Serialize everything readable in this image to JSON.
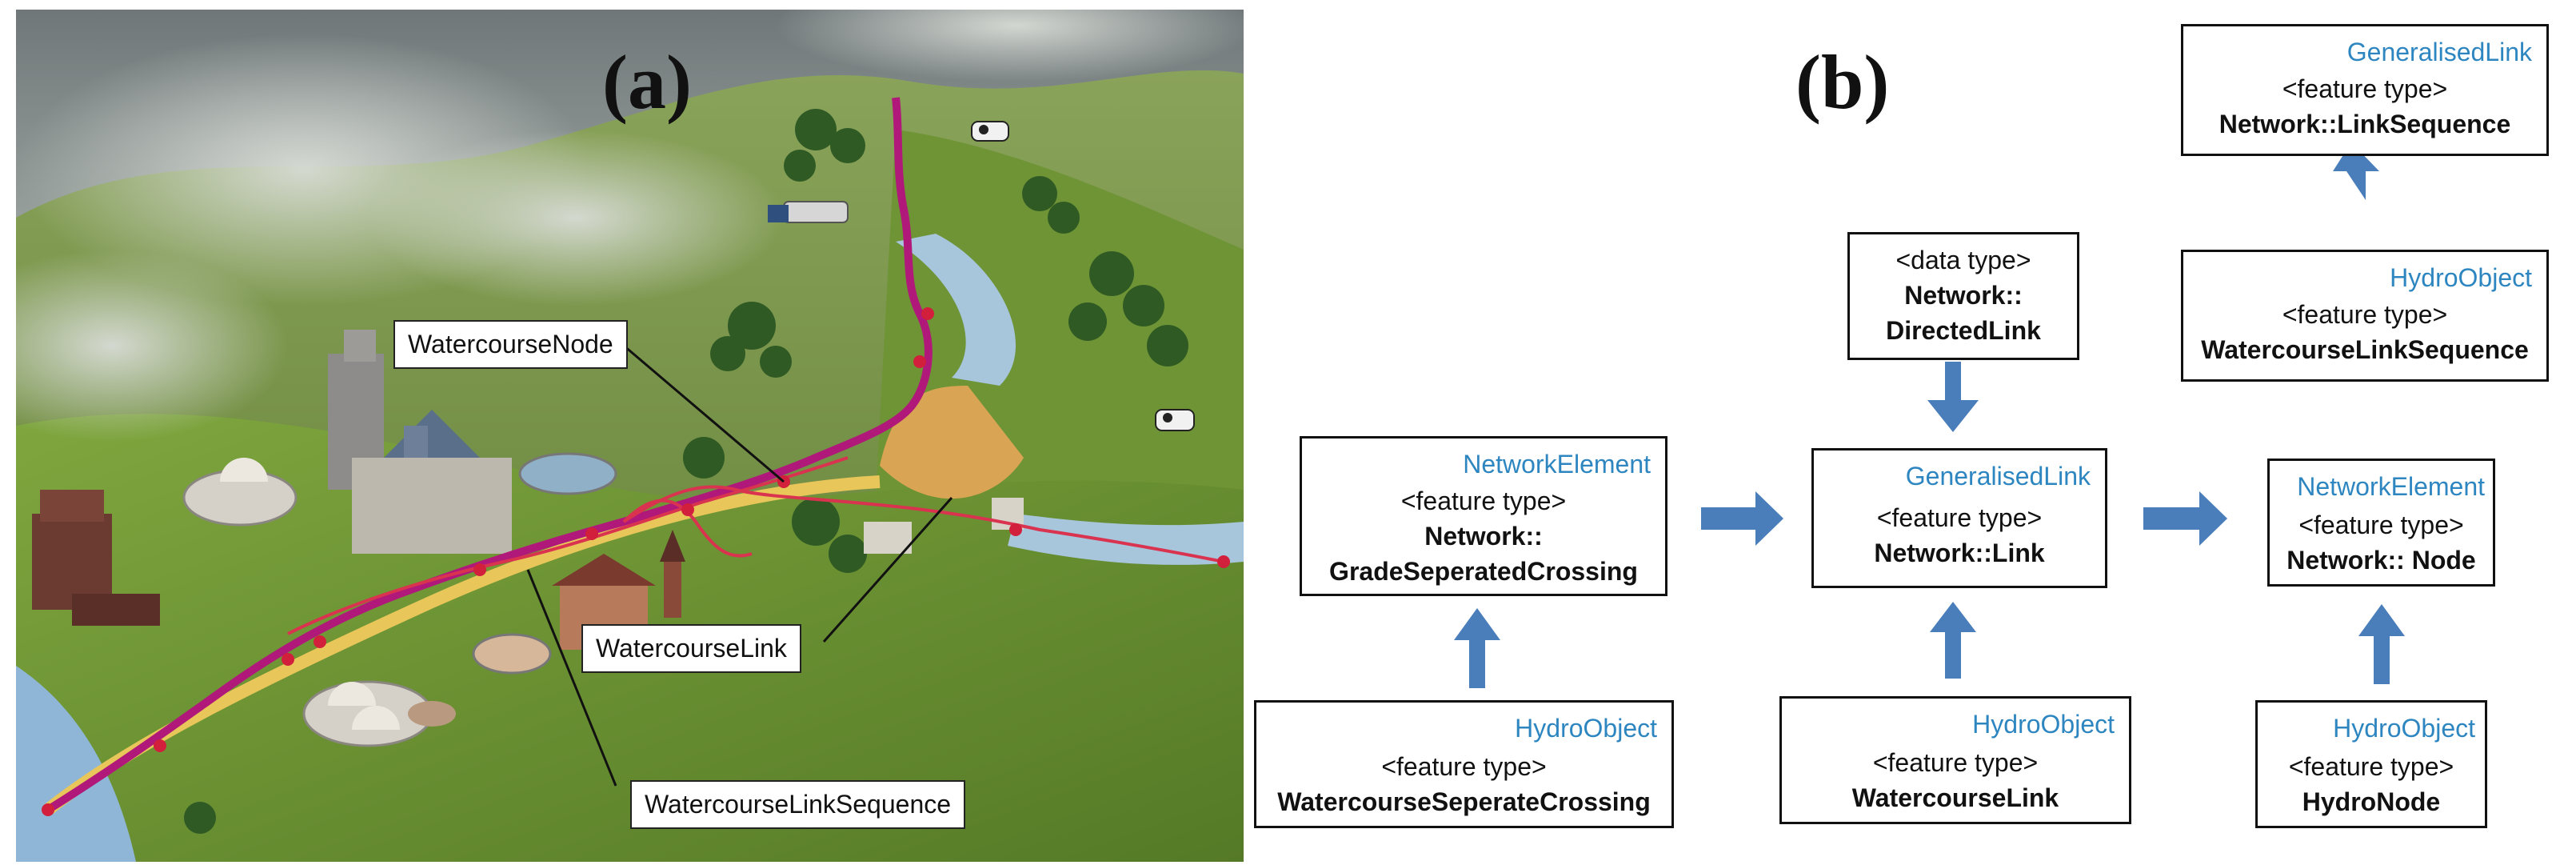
{
  "panel_a": {
    "label": "(a)",
    "callouts": {
      "node": "WatercourseNode",
      "link": "WatercourseLink",
      "sequence": "WatercourseLinkSequence"
    }
  },
  "panel_b": {
    "label": "(b)",
    "boxes": {
      "top_generalised": {
        "supertype": "GeneralisedLink",
        "stereotype": "<feature type>",
        "name": "Network::LinkSequence"
      },
      "hydro_sequence": {
        "supertype": "HydroObject",
        "stereotype": "<feature type>",
        "name": "WatercourseLinkSequence"
      },
      "directed_link": {
        "stereotype": "<data type>",
        "name_line1": "Network::",
        "name_line2": "DirectedLink"
      },
      "network_element_crossing": {
        "supertype": "NetworkElement",
        "stereotype": "<feature type>",
        "name_line1": "Network::",
        "name_line2": "GradeSeperatedCrossing"
      },
      "generalised_link": {
        "supertype": "GeneralisedLink",
        "stereotype": "<feature type>",
        "name": "Network::Link"
      },
      "network_element_node": {
        "supertype": "NetworkElement",
        "stereotype": "<feature type>",
        "name": "Network:: Node"
      },
      "hydro_crossing": {
        "supertype": "HydroObject",
        "stereotype": "<feature type>",
        "name": "WatercourseSeperateCrossing"
      },
      "hydro_link": {
        "supertype": "HydroObject",
        "stereotype": "<feature type>",
        "name": "WatercourseLink"
      },
      "hydro_node": {
        "supertype": "HydroObject",
        "stereotype": "<feature type>",
        "name": "HydroNode"
      }
    }
  },
  "colors": {
    "arrow": "#4A7EBB",
    "supertype_text": "#2E86C1",
    "river": "#B0187A",
    "road": "#E8C65A"
  }
}
